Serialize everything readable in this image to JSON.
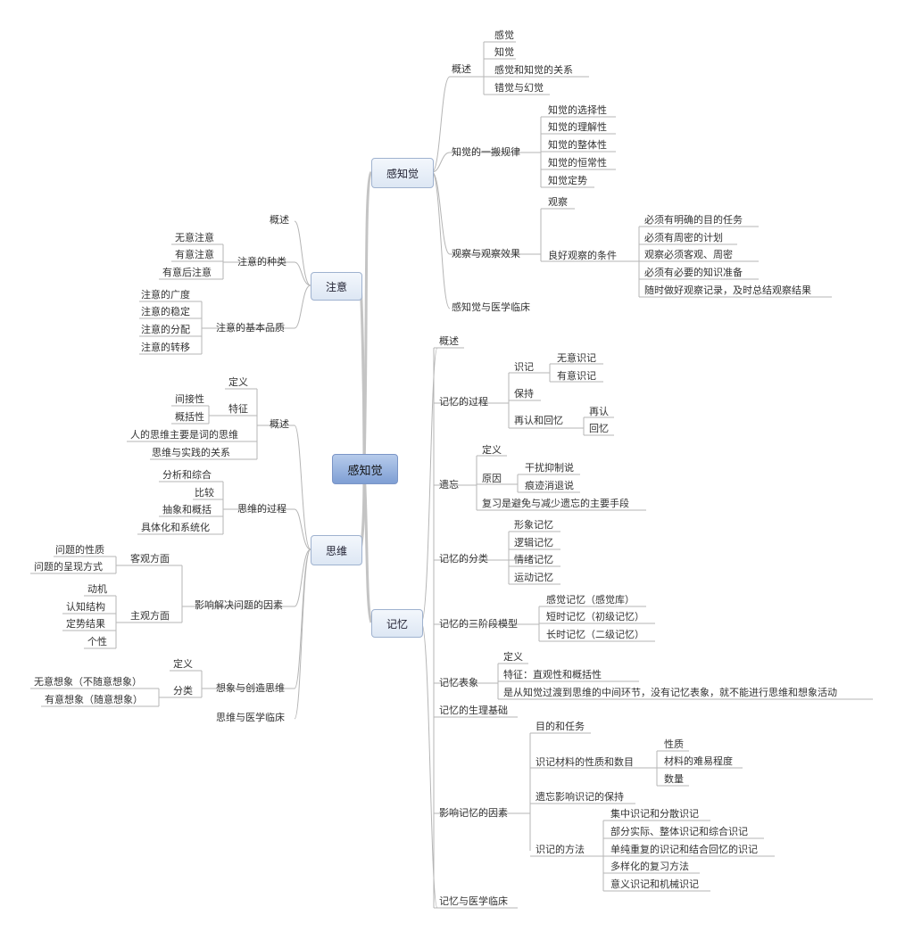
{
  "root": "感知觉",
  "branches": {
    "perception": "感知觉",
    "attention": "注意",
    "thinking": "思维",
    "memory": "记忆"
  },
  "perception": {
    "overview": "概述",
    "overview_items": [
      "感觉",
      "知觉",
      "感觉和知觉的关系",
      "错觉与幻觉"
    ],
    "laws": "知觉的一搬规律",
    "laws_items": [
      "知觉的选择性",
      "知觉的理解性",
      "知觉的整体性",
      "知觉的恒常性",
      "知觉定势"
    ],
    "observation": "观察与观察效果",
    "observe": "观察",
    "good_conditions": "良好观察的条件",
    "conditions": [
      "必须有明确的目的任务",
      "必须有周密的计划",
      "观察必须客观、周密",
      "必须有必要的知识准备",
      "随时做好观察记录，及时总结观察结果"
    ],
    "clinic": "感知觉与医学临床"
  },
  "attention": {
    "overview": "概述",
    "types": "注意的种类",
    "types_items": [
      "无意注意",
      "有意注意",
      "有意后注意"
    ],
    "qualities": "注意的基本品质",
    "qualities_items": [
      "注意的广度",
      "注意的稳定",
      "注意的分配",
      "注意的转移"
    ]
  },
  "thinking": {
    "overview": "概述",
    "definition": "定义",
    "features": "特征",
    "features_items": [
      "间接性",
      "概括性"
    ],
    "overview_items": [
      "人的思维主要是词的思维",
      "思维与实践的关系"
    ],
    "process": "思维的过程",
    "process_items": [
      "分析和综合",
      "比较",
      "抽象和概括",
      "具体化和系统化"
    ],
    "factors": "影响解决问题的因素",
    "objective": "客观方面",
    "objective_items": [
      "问题的性质",
      "问题的呈现方式"
    ],
    "subjective": "主观方面",
    "subjective_items": [
      "动机",
      "认知结构",
      "定势结果",
      "个性"
    ],
    "imagination": "想象与创造思维",
    "imag_definition": "定义",
    "classification": "分类",
    "classification_items": [
      "无意想象（不随意想象）",
      "有意想象（随意想象）"
    ],
    "clinic": "思维与医学临床"
  },
  "memory": {
    "overview": "概述",
    "process": "记忆的过程",
    "encoding": "识记",
    "encoding_items": [
      "无意识记",
      "有意识记"
    ],
    "retention": "保持",
    "recall": "再认和回忆",
    "recall_items": [
      "再认",
      "回忆"
    ],
    "forgetting": "遗忘",
    "forget_definition": "定义",
    "cause": "原因",
    "cause_items": [
      "干扰抑制说",
      "痕迹消退说"
    ],
    "review": "复习是避免与减少遗忘的主要手段",
    "classification": "记忆的分类",
    "classification_items": [
      "形象记忆",
      "逻辑记忆",
      "情绪记忆",
      "运动记忆"
    ],
    "three_stage": "记忆的三阶段模型",
    "three_stage_items": [
      "感觉记忆（感觉库）",
      "短时记忆（初级记忆）",
      "长时记忆（二级记忆）"
    ],
    "imagery": "记忆表象",
    "imagery_items": [
      "定义",
      "特征：直观性和概括性",
      "是从知觉过渡到思维的中间环节，没有记忆表象，就不能进行思维和想象活动"
    ],
    "physio": "记忆的生理基础",
    "factors": "影响记忆的因素",
    "purpose": "目的和任务",
    "material": "识记材料的性质和数目",
    "material_items": [
      "性质",
      "材料的难易程度",
      "数量"
    ],
    "forget_effect": "遗忘影响识记的保持",
    "methods": "识记的方法",
    "methods_items": [
      "集中识记和分散识记",
      "部分实际、整体识记和综合识记",
      "单纯重复的识记和结合回忆的识记",
      "多样化的复习方法",
      "意义识记和机械识记"
    ],
    "clinic": "记忆与医学临床"
  }
}
